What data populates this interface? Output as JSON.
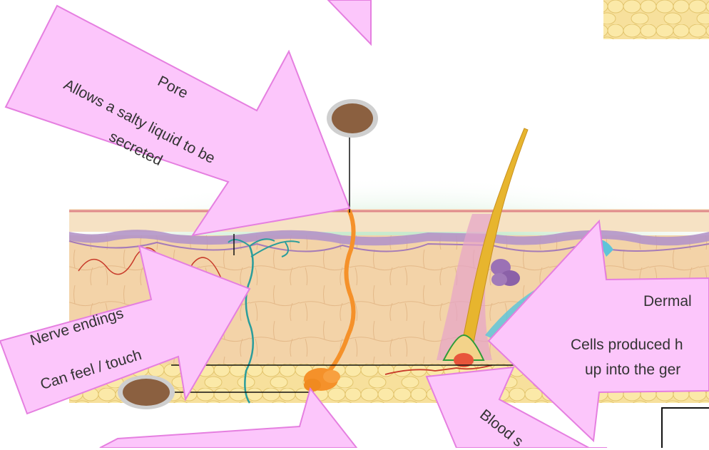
{
  "labels": {
    "pore_title": "Pore",
    "pore_desc_1": "Allows a salty liquid to be",
    "pore_desc_2": "secreted",
    "nerve_title": "Nerve endings",
    "nerve_desc": "Can feel / touch",
    "dermal_title": "Dermal",
    "dermal_desc_1": "Cells produced h",
    "dermal_desc_2": "up into the ger",
    "blood_title": "Blood s"
  },
  "colors": {
    "callout_fill": "#fcc6fb",
    "callout_stroke": "#e57fe0",
    "epidermis": "#f6e2c4",
    "basal_layer": "#b495c8",
    "dermis": "#f3d3a8",
    "fat": "#fbe39a",
    "nerve": "#2a9d9b",
    "sweat_duct": "#f5912a",
    "hair": "#e7b52e",
    "vessel": "#c83a2a",
    "green_glow": "#5fbf6a",
    "pore_dot": "#8b6040"
  }
}
